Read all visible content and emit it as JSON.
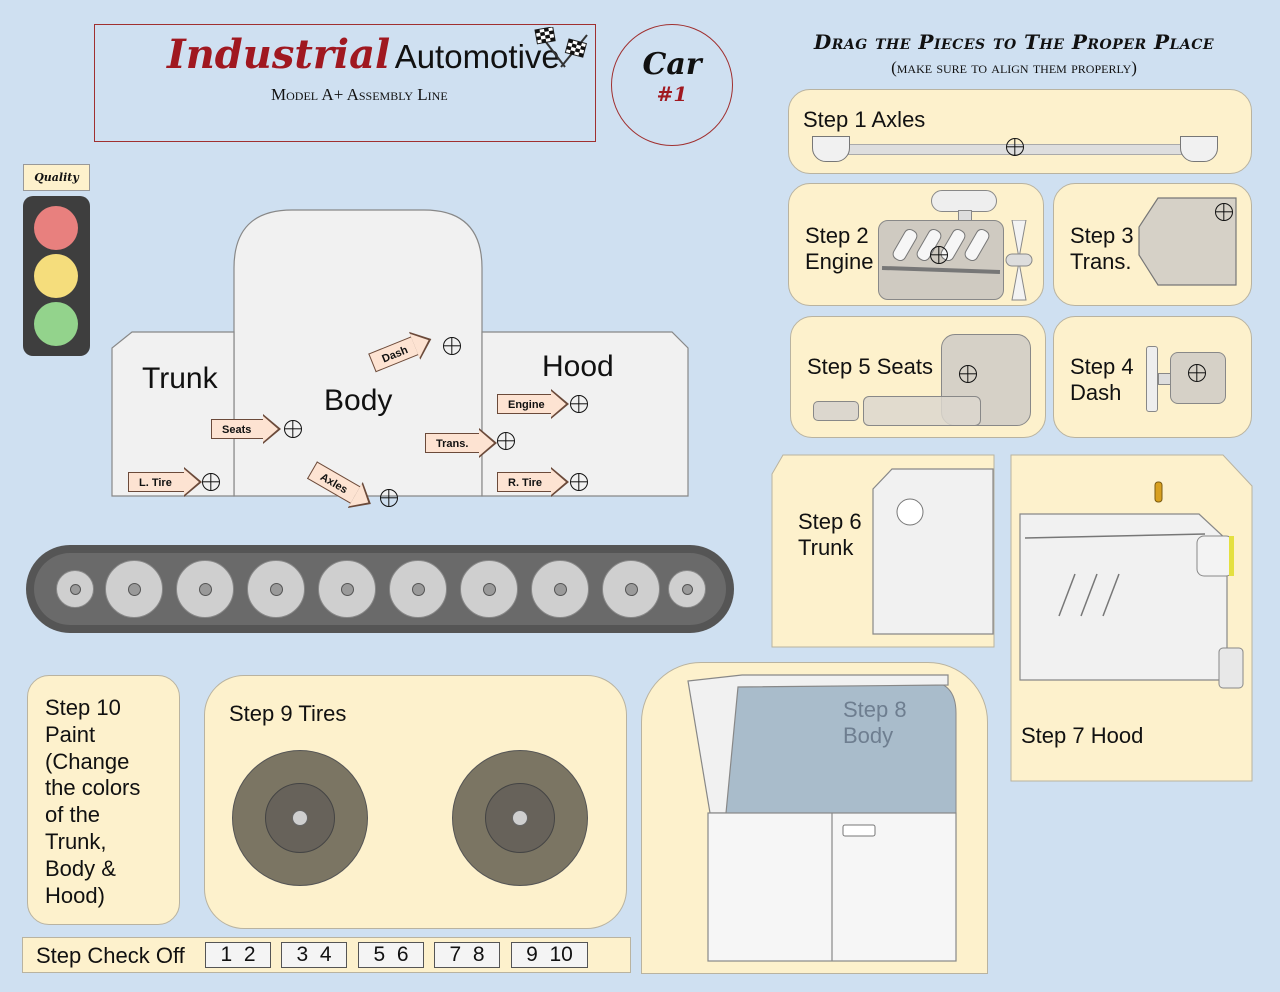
{
  "header": {
    "brand_word1": "Industrial",
    "brand_word2": "Automotive",
    "subtitle": "Model A+ Assembly Line",
    "flags_icon": "checkered-flags-icon"
  },
  "car_badge": {
    "label": "Car",
    "number": "#1"
  },
  "instructions": {
    "title": "Drag the Pieces to The Proper Place",
    "subtitle": "(make sure to align them properly)"
  },
  "quality": {
    "label": "Quality",
    "lights": [
      "#e8807e",
      "#f5dd7c",
      "#93d38c"
    ]
  },
  "car": {
    "trunk_label": "Trunk",
    "body_label": "Body",
    "hood_label": "Hood",
    "arrows": {
      "l_tire": "L. Tire",
      "seats": "Seats",
      "dash": "Dash",
      "axles": "Axles",
      "trans": "Trans.",
      "engine": "Engine",
      "r_tire": "R. Tire"
    }
  },
  "steps": {
    "step1": "Step 1 Axles",
    "step2_a": "Step 2",
    "step2_b": "Engine",
    "step3_a": "Step 3",
    "step3_b": "Trans.",
    "step5": "Step 5 Seats",
    "step4_a": "Step 4",
    "step4_b": "Dash",
    "step6_a": "Step 6",
    "step6_b": "Trunk",
    "step7": "Step 7 Hood",
    "step8_a": "Step 8",
    "step8_b": "Body",
    "step9": "Step 9 Tires",
    "step10": [
      "Step 10",
      "Paint",
      "(Change",
      "the colors",
      "of the",
      "Trunk,",
      "Body &",
      "Hood)"
    ]
  },
  "checkoff": {
    "label": "Step Check Off",
    "boxes": [
      "1  2",
      "3  4",
      "5  6",
      "7  8",
      "9  10"
    ]
  },
  "colors": {
    "background": "#cfe0f1",
    "card": "#fdf1cc",
    "brand_red": "#a01820"
  }
}
